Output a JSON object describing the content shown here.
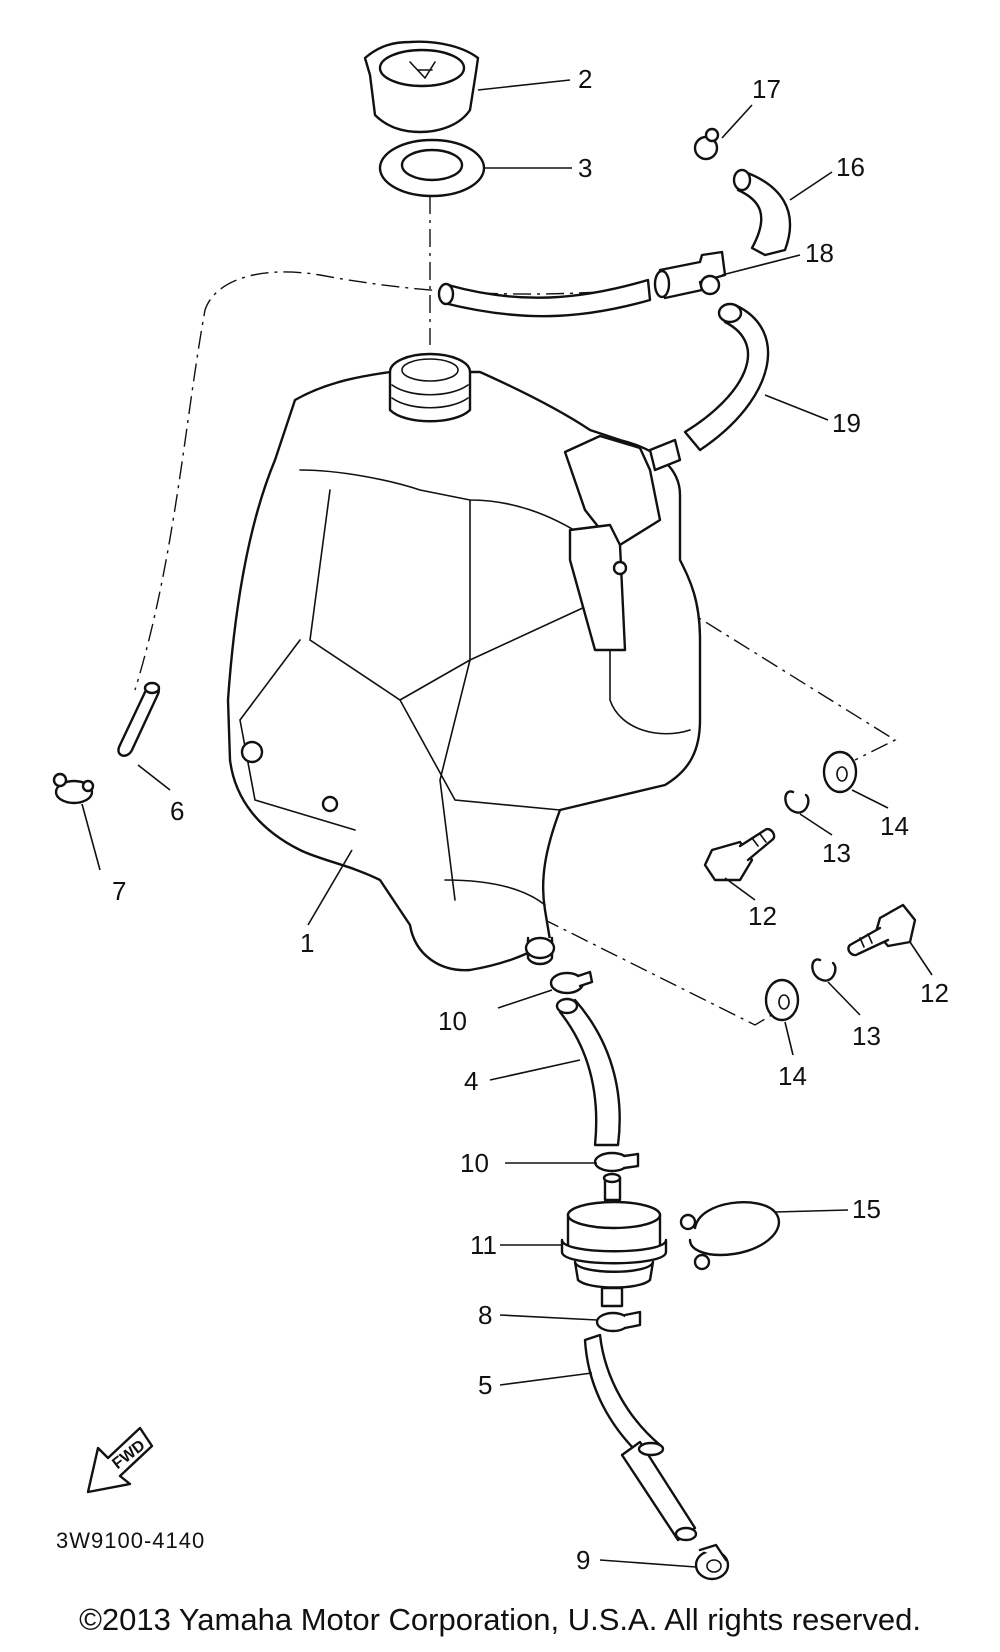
{
  "diagram": {
    "callouts": {
      "c1": "1",
      "c2": "2",
      "c3": "3",
      "c4": "4",
      "c5": "5",
      "c6": "6",
      "c7": "7",
      "c8": "8",
      "c9": "9",
      "c10a": "10",
      "c10b": "10",
      "c11": "11",
      "c12a": "12",
      "c12b": "12",
      "c13a": "13",
      "c13b": "13",
      "c14a": "14",
      "c14b": "14",
      "c15": "15",
      "c16": "16",
      "c17": "17",
      "c18": "18",
      "c19": "19"
    },
    "fwd_label": "FWD",
    "drawing_code": "3W9100-4140"
  },
  "footer": {
    "copyright": "©2013 Yamaha Motor Corporation, U.S.A. All rights reserved."
  }
}
